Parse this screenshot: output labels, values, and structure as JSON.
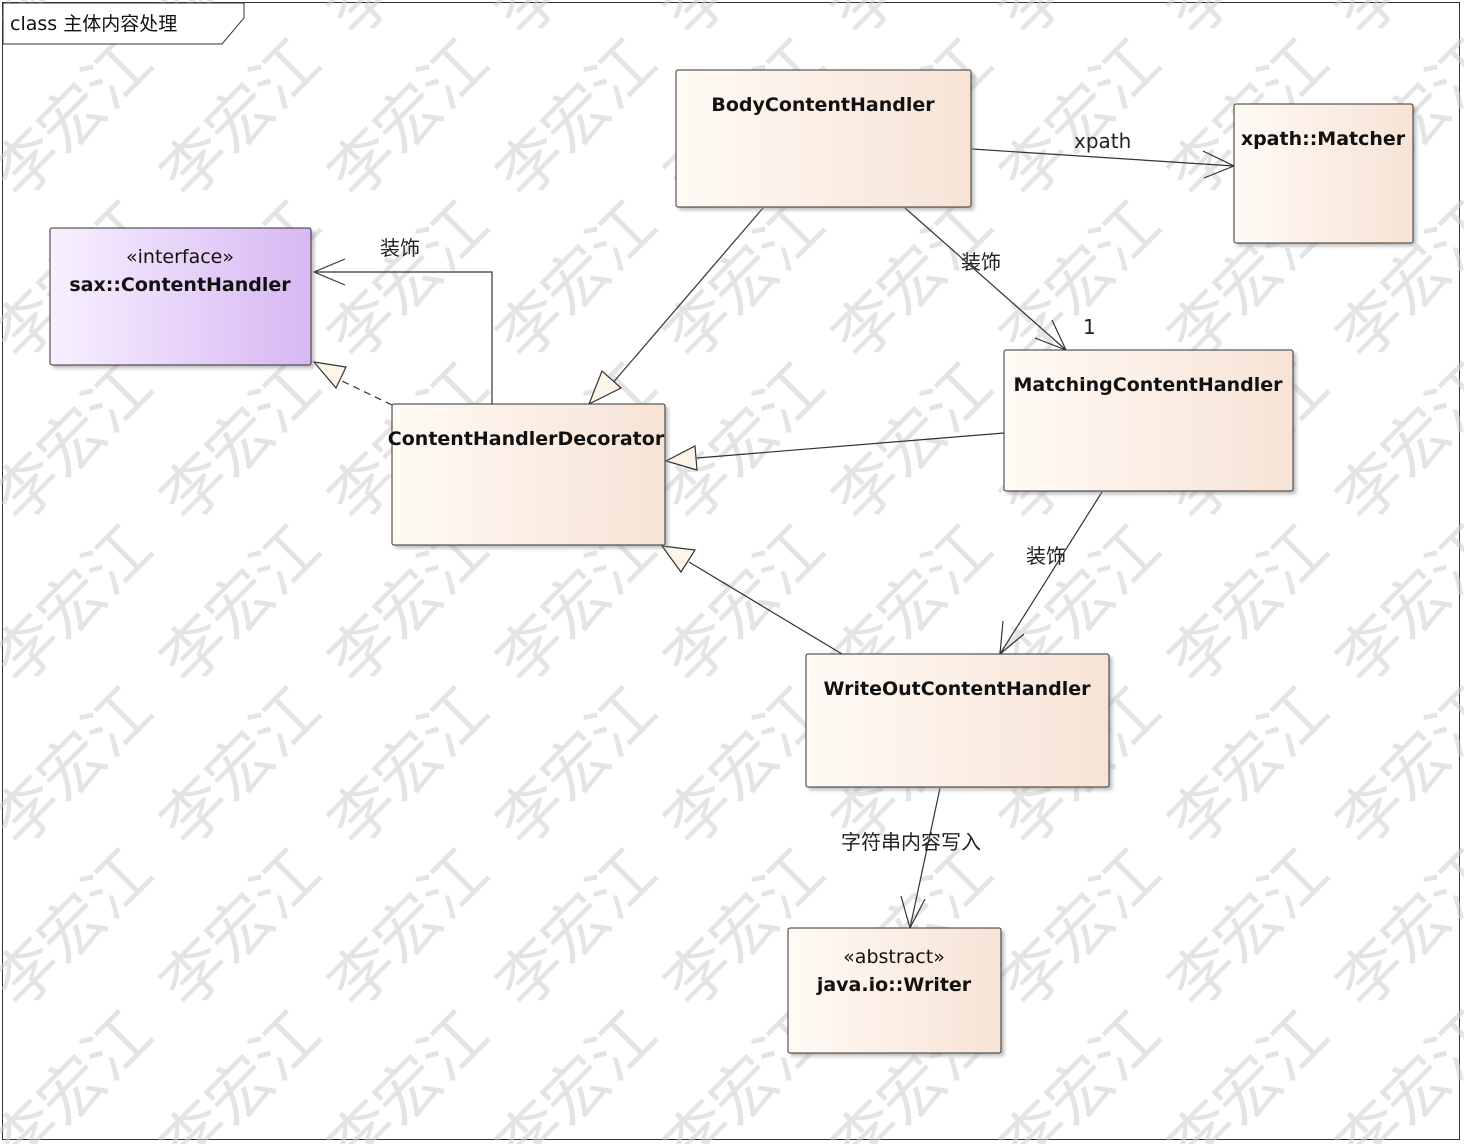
{
  "frame": {
    "title": "class 主体内容处理"
  },
  "watermark": {
    "text": "李宏江",
    "color": "#cfcfcf"
  },
  "classes": {
    "body": {
      "name": "BodyContentHandler"
    },
    "matcher": {
      "name": "xpath::Matcher"
    },
    "sax": {
      "stereotype": "«interface»",
      "name": "sax::ContentHandler"
    },
    "decorator": {
      "name": "ContentHandlerDecorator"
    },
    "matching": {
      "name": "MatchingContentHandler"
    },
    "writeout": {
      "name": "WriteOutContentHandler"
    },
    "writer": {
      "stereotype": "«abstract»",
      "name": "java.io::Writer"
    }
  },
  "relations": {
    "body_matcher": {
      "label": "xpath"
    },
    "decorator_sax": {
      "label": "装饰"
    },
    "body_matching": {
      "label": "装饰",
      "multiplicity": "1"
    },
    "matching_writeout": {
      "label": "装饰"
    },
    "writeout_writer": {
      "label": "字符串内容写入"
    }
  },
  "colors": {
    "class_fill_start": "#fffaf5",
    "class_fill_end": "#f7e3d6",
    "interface_fill_start": "#f8f0ff",
    "interface_fill_end": "#d7b8f3",
    "line": "#333333",
    "triangle_fill": "#fdf5e8"
  }
}
